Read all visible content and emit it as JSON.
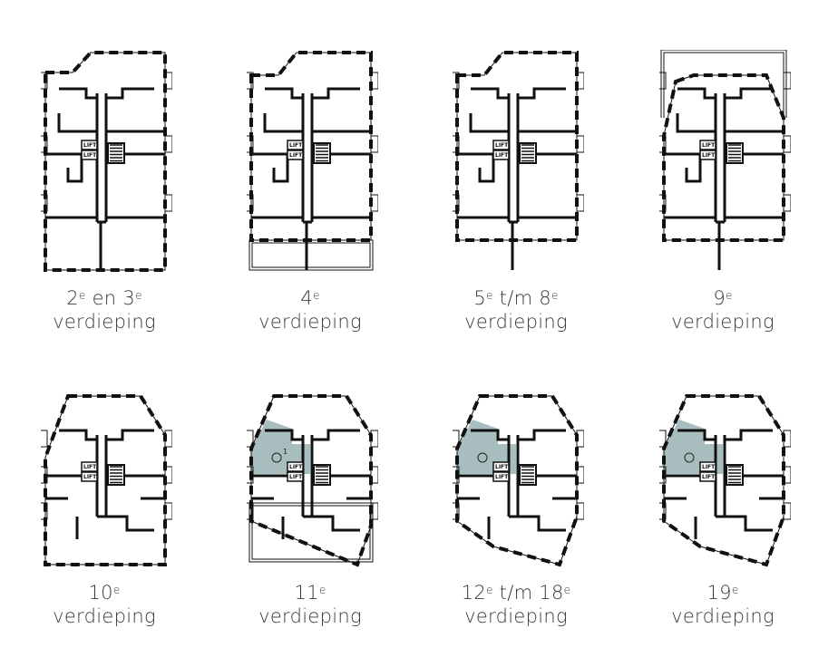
{
  "colors": {
    "wall": "#111111",
    "highlight": "#a8bdbd",
    "text": "#3a3a3a"
  },
  "lift_label": "LIFT",
  "unit_label": "O",
  "unit_sup": "1",
  "plans": [
    {
      "line1": [
        {
          "t": "2"
        },
        {
          "t": "e",
          "sup": true
        },
        {
          "t": " en 3"
        },
        {
          "t": "e",
          "sup": true
        }
      ],
      "line2": "verdieping",
      "shape": "A",
      "highlight": false
    },
    {
      "line1": [
        {
          "t": "4"
        },
        {
          "t": "e",
          "sup": true
        }
      ],
      "line2": "verdieping",
      "shape": "B",
      "highlight": false
    },
    {
      "line1": [
        {
          "t": "5"
        },
        {
          "t": "e",
          "sup": true
        },
        {
          "t": " t/m 8"
        },
        {
          "t": "e",
          "sup": true
        }
      ],
      "line2": "verdieping",
      "shape": "C",
      "highlight": false
    },
    {
      "line1": [
        {
          "t": "9"
        },
        {
          "t": "e",
          "sup": true
        }
      ],
      "line2": "verdieping",
      "shape": "D",
      "highlight": false
    },
    {
      "line1": [
        {
          "t": "10"
        },
        {
          "t": "e",
          "sup": true
        }
      ],
      "line2": "verdieping",
      "shape": "E",
      "highlight": false
    },
    {
      "line1": [
        {
          "t": "11"
        },
        {
          "t": "e",
          "sup": true
        }
      ],
      "line2": "verdieping",
      "shape": "F",
      "highlight": true,
      "unit_sup": true
    },
    {
      "line1": [
        {
          "t": "12"
        },
        {
          "t": "e",
          "sup": true
        },
        {
          "t": " t/m 18"
        },
        {
          "t": "e",
          "sup": true
        }
      ],
      "line2": "verdieping",
      "shape": "G",
      "highlight": true
    },
    {
      "line1": [
        {
          "t": "19"
        },
        {
          "t": "e",
          "sup": true
        }
      ],
      "line2": "verdieping",
      "shape": "G",
      "highlight": true
    }
  ]
}
